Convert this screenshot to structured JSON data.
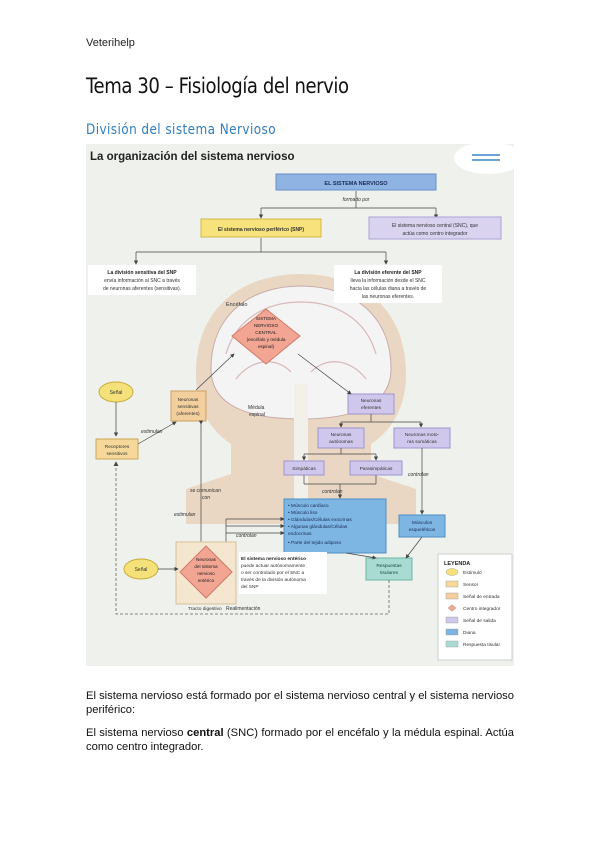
{
  "header": {
    "brand": "Veterihelp"
  },
  "title": "Tema 30 – Fisiología del nervio",
  "section": {
    "heading": "División del sistema Nervioso"
  },
  "figure": {
    "title": "La organización del sistema nervioso",
    "top_box": "EL SISTEMA NERVIOSO",
    "formado_por": "formado por",
    "snp": "El sistema nervioso periférico (SNP)",
    "snc_1": "El sistema nervioso central (SNC), que",
    "snc_2": "actúa como centro integrador",
    "sens_1": "La división sensitiva del SNP",
    "sens_2": "envía información al SNC a través",
    "sens_3": "de neuronas aferentes (sensitivas).",
    "efer_1": "La división eferente del SNP",
    "efer_2": "lleva la información desde el SNC",
    "efer_3": "hacia las células diana a través de",
    "efer_4": "las neuronas eferentes.",
    "encefalo": "Encéfalo",
    "center_1": "SISTEMA",
    "center_2": "NERVIOSO",
    "center_3": "CENTRAL",
    "center_4": "(encéfalo y médula",
    "center_5": "espinal)",
    "medula_1": "Médula",
    "medula_2": "espinal",
    "senal": "Señal",
    "receptores_1": "Receptores",
    "receptores_2": "sensitivos",
    "neur_sens_1": "Neuronas",
    "neur_sens_2": "sensitivas",
    "neur_sens_3": "(aferentes)",
    "estimulan_1": "estimulan",
    "neur_efer_1": "Neuronas",
    "neur_efer_2": "eferentes",
    "neur_auto_1": "Neuronas",
    "neur_auto_2": "autónomas",
    "neur_moto_1": "Neuronas moto-",
    "neur_moto_2": "ras somáticas",
    "simpaticas": "Simpáticas",
    "parasimpaticas": "Parasimpáticas",
    "controlan_1": "controlan",
    "controlan_2": "controlan",
    "controlan_3": "controlan",
    "se_comunican_1": "se comunican",
    "se_comunican_2": "con",
    "estimulan_2": "estimulan",
    "targets": [
      "• Músculo cardíaco",
      "• Músculo liso",
      "• Glándulas/Células exocrinas",
      "• Algunas glándulas/Células",
      "  endocrinas",
      "• Parte del tejido adiposo"
    ],
    "musculos_1": "Músculos",
    "musculos_2": "esqueléticos",
    "enterico_1": "Neuronas",
    "enterico_2": "del sistema",
    "enterico_3": "nervioso",
    "enterico_4": "entérico",
    "tracto": "Tracto digestivo",
    "sne_1": "El sistema nervioso entérico",
    "sne_2": "puede actuar autónomamente",
    "sne_3": "o ser controlado por el SNC a",
    "sne_4": "través de la división autónoma",
    "sne_5": "del SNP",
    "respuestas_1": "Respuestas",
    "respuestas_2": "tisulares",
    "realimentacion": "Realimentación",
    "legend_title": "LEYENDA",
    "legend": [
      {
        "label": "Estímulo",
        "color": "#f5e17a"
      },
      {
        "label": "Sensor",
        "color": "#f6d99a"
      },
      {
        "label": "Señal de entrada",
        "color": "#f3cf9e"
      },
      {
        "label": "Centro integrador",
        "color": "#f1a592"
      },
      {
        "label": "Señal de salida",
        "color": "#cfc8ec"
      },
      {
        "label": "Diana",
        "color": "#7db6e2"
      },
      {
        "label": "Respuesta tisular",
        "color": "#a8dcd3"
      }
    ]
  },
  "body": {
    "p1": "El sistema nervioso está formado por el sistema nervioso central y el sistema nervioso periférico:",
    "p2_pre": "El sistema nervioso ",
    "p2_bold": "central",
    "p2_post": " (SNC) formado por el encéfalo y la médula espinal. Actúa como centro integrador."
  }
}
